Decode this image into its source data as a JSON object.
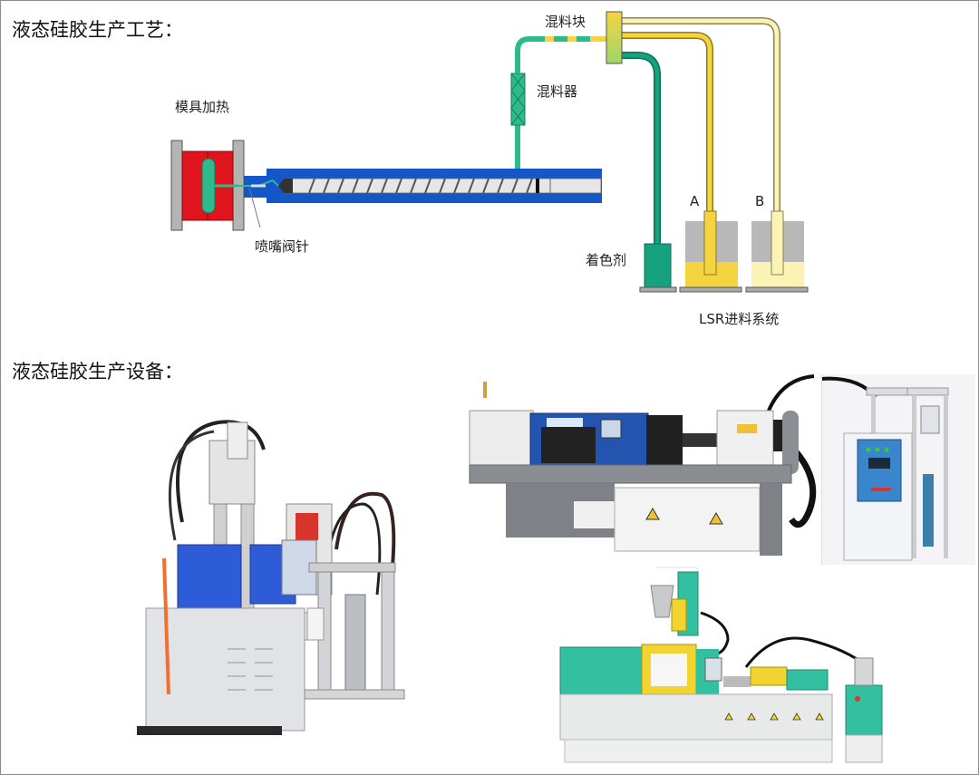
{
  "document": {
    "section_process": {
      "title": "液态硅胶生产工艺：",
      "diagram": {
        "labels": {
          "mold_heating": "模具加热",
          "nozzle_valve_pin": "喷嘴阀针",
          "mixing_block": "混料块",
          "mixer": "混料器",
          "colorant": "着色剂",
          "tank_a": "A",
          "tank_b": "B",
          "lsr_feed_system": "LSR进料系统"
        },
        "colors": {
          "mold_red": "#e0141c",
          "mold_plate_gray": "#b4b4b4",
          "barrel_blue": "#1457c8",
          "mixed_lsr_green": "#2dbb8c",
          "colorant_teal": "#16a27e",
          "component_a_yellow": "#f5d442",
          "component_b_cream": "#fbf3b4",
          "tank_gray": "#b8b8b8"
        }
      }
    },
    "section_equipment": {
      "title": "液态硅胶生产设备：",
      "photos": [
        {
          "id": "vertical-lsr-injection-machine",
          "desc": "Vertical LSR injection molding machine with dosing unit"
        },
        {
          "id": "horizontal-lsr-injection-machine-blue",
          "desc": "Horizontal injection molding machine (blue/gray)"
        },
        {
          "id": "lsr-dosing-unit",
          "desc": "LSR metering/dosing pump unit with blue control panel"
        },
        {
          "id": "horizontal-lsr-injection-machine-green",
          "desc": "Horizontal injection molding machine (green/yellow) with dosing unit"
        }
      ]
    }
  }
}
